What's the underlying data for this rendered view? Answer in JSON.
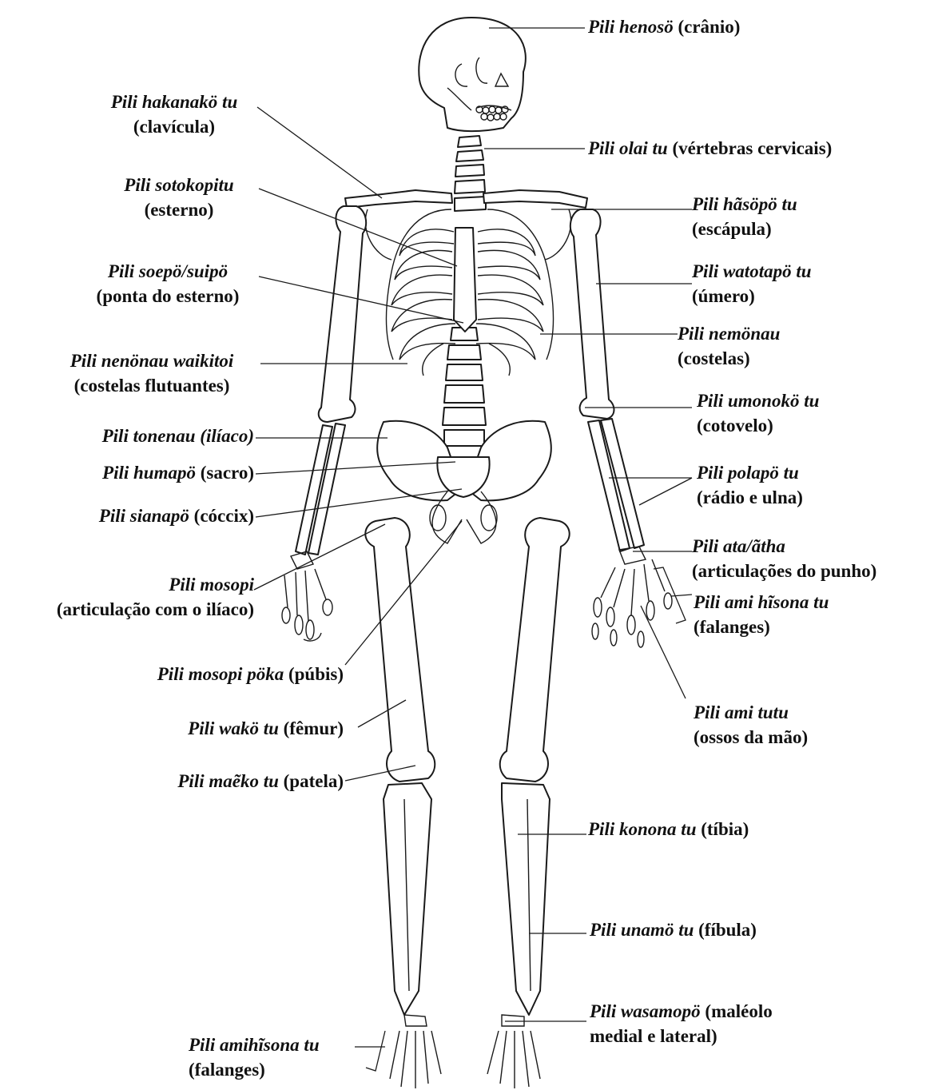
{
  "labels": {
    "cranio": {
      "native": "Pili henosö",
      "pt": " (crânio)"
    },
    "clavicula": {
      "native": "Pili hakanakö tu",
      "pt": "(clavícula)"
    },
    "cervicais": {
      "native": "Pili olai tu",
      "pt": " (vértebras cervicais)"
    },
    "esterno": {
      "native": "Pili sotokopitu",
      "pt": "(esterno)"
    },
    "escapula": {
      "native": "Pili hãsöpö tu",
      "pt": "(escápula)"
    },
    "ponta_esterno": {
      "native": "Pili soepö/suipö",
      "pt": "(ponta do esterno)"
    },
    "umero": {
      "native": "Pili watotapö tu",
      "pt": "(úmero)"
    },
    "costelas": {
      "native": "Pili nemönau",
      "pt": "(costelas)"
    },
    "costelas_flutuantes": {
      "native": "Pili nenönau waikitoi",
      "pt": "(costelas flutuantes)"
    },
    "cotovelo": {
      "native": "Pili umonokö tu",
      "pt": "(cotovelo)"
    },
    "iliaco": {
      "native": "Pili tonenau (ilíaco)",
      "pt": ""
    },
    "sacro": {
      "native": "Pili humapö",
      "pt": " (sacro)"
    },
    "radio_ulna": {
      "native": "Pili polapö tu",
      "pt": "(rádio e ulna)"
    },
    "coccix": {
      "native": "Pili sianapö",
      "pt": " (cóccix)"
    },
    "punho": {
      "native": "Pili ata/ãtha",
      "pt": "(articulações do punho)"
    },
    "articulacao_iliaco": {
      "native": "Pili mosopi",
      "pt": "(articulação com o ilíaco)"
    },
    "falanges_mao": {
      "native": "Pili ami hĩsona tu",
      "pt": "(falanges)"
    },
    "pubis": {
      "native": "Pili mosopi pöka",
      "pt": " (púbis)"
    },
    "ossos_mao": {
      "native": "Pili ami tutu",
      "pt": "(ossos da mão)"
    },
    "femur": {
      "native": "Pili wakö tu",
      "pt": " (fêmur)"
    },
    "patela": {
      "native": "Pili maẽko tu",
      "pt": " (patela)"
    },
    "tibia": {
      "native": "Pili konona tu",
      "pt": " (tíbia)"
    },
    "fibula": {
      "native": "Pili unamö tu",
      "pt": " (fíbula)"
    },
    "maleolo": {
      "native": "Pili wasamopö",
      "pt": " (maléolo",
      "pt2": "medial e lateral)"
    },
    "falanges_pe": {
      "native": "Pili amihĩsona tu",
      "pt": "(falanges)"
    }
  }
}
